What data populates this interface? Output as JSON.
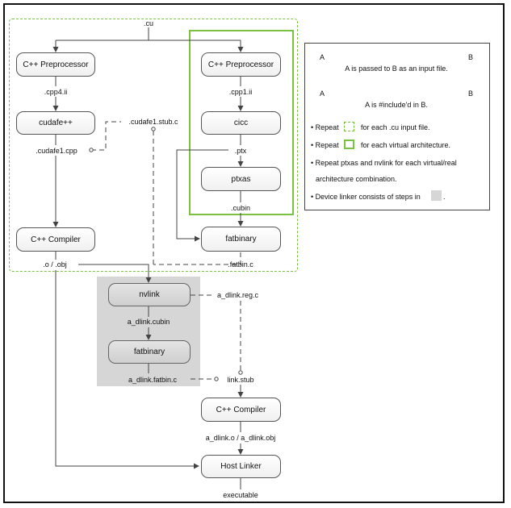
{
  "diagram": {
    "nodes": {
      "cpp_pre_left": "C++ Preprocessor",
      "cudafe": "cudafe++",
      "cpp_compiler_1": "C++ Compiler",
      "cpp_pre_right": "C++ Preprocessor",
      "cicc": "cicc",
      "ptxas": "ptxas",
      "fatbinary_1": "fatbinary",
      "nvlink": "nvlink",
      "fatbinary_2": "fatbinary",
      "cpp_compiler_2": "C++ Compiler",
      "host_linker": "Host Linker"
    },
    "files": {
      "cu": ".cu",
      "cpp4": ".cpp4.ii",
      "cudafe1_cpp": ".cudafe1.cpp",
      "cudafe1_stub": ".cudafe1.stub.c",
      "cpp1": ".cpp1.ii",
      "ptx": ".ptx",
      "cubin": ".cubin",
      "obj": ".o / .obj",
      "fatbin_c": ".fatbin.c",
      "dlink_reg": "a_dlink.reg.c",
      "dlink_cubin": "a_dlink.cubin",
      "dlink_fatbin": "a_dlink.fatbin.c",
      "link_stub": "link.stub",
      "dlink_obj": "a_dlink.o / a_dlink.obj",
      "executable": "executable"
    }
  },
  "legend": {
    "a": "A",
    "b": "B",
    "input_desc": "A is passed to B as an input file.",
    "include_desc": "A is #include'd in B.",
    "repeat_word": "Repeat",
    "repeat_cu": "for each .cu input file.",
    "repeat_arch": "for each virtual architecture.",
    "repeat_ptxas_1": "Repeat ptxas and nvlink for each virtual/real",
    "repeat_ptxas_2": "architecture combination.",
    "device_linker": "Device linker consists of steps in",
    "period": "."
  },
  "colors": {
    "green": "#7cc242",
    "gray_region": "#d6d6d6",
    "line": "#444444"
  }
}
